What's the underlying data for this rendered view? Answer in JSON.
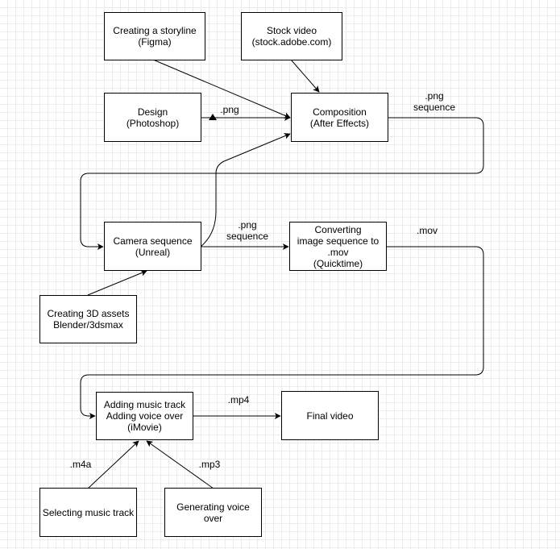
{
  "diagram": {
    "nodes": {
      "storyline": "Creating a storyline\n(Figma)",
      "stock_video": "Stock video\n(stock.adobe.com)",
      "design": "Design\n(Photoshop)",
      "composition": "Composition\n(After Effects)",
      "camera_sequence": "Camera sequence\n(Unreal)",
      "converting": "Converting\nimage sequence to\n.mov\n(Quicktime)",
      "creating_3d": "Creating 3D assets\nBlender/3dsmax",
      "adding_music": "Adding music track\nAdding voice over\n(iMovie)",
      "final_video": "Final video",
      "selecting_music": "Selecting music track",
      "generating_voice": "Generating voice\nover"
    },
    "edge_labels": {
      "design_png": ".png",
      "composition_png_sequence": ".png\nsequence",
      "camera_png_sequence": ".png\nsequence",
      "converting_mov": ".mov",
      "final_mp4": ".mp4",
      "music_m4a": ".m4a",
      "voice_mp3": ".mp3"
    },
    "colors": {
      "stroke": "#000000",
      "fill": "#ffffff",
      "grid": "#ececec"
    }
  }
}
